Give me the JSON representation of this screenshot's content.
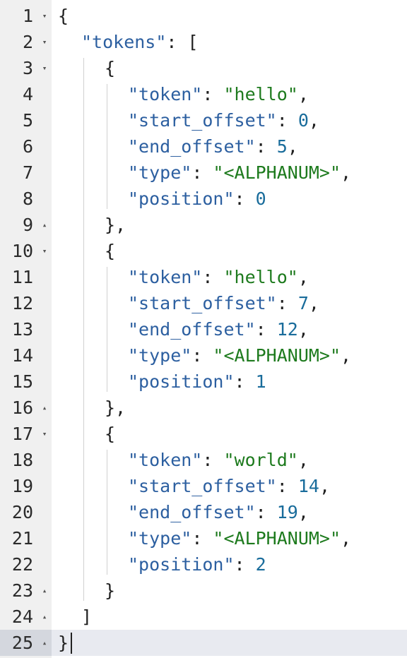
{
  "editor": {
    "lines": [
      {
        "n": "1",
        "fold": "▾",
        "indent": 0,
        "parts": [
          {
            "t": "{",
            "c": "p"
          }
        ]
      },
      {
        "n": "2",
        "fold": "▾",
        "indent": 1,
        "parts": [
          {
            "t": "\"tokens\"",
            "c": "k"
          },
          {
            "t": ": [",
            "c": "p"
          }
        ]
      },
      {
        "n": "3",
        "fold": "▾",
        "indent": 2,
        "parts": [
          {
            "t": "{",
            "c": "p"
          }
        ]
      },
      {
        "n": "4",
        "fold": "",
        "indent": 3,
        "parts": [
          {
            "t": "\"token\"",
            "c": "k"
          },
          {
            "t": ": ",
            "c": "p"
          },
          {
            "t": "\"hello\"",
            "c": "s"
          },
          {
            "t": ",",
            "c": "p"
          }
        ]
      },
      {
        "n": "5",
        "fold": "",
        "indent": 3,
        "parts": [
          {
            "t": "\"start_offset\"",
            "c": "k"
          },
          {
            "t": ": ",
            "c": "p"
          },
          {
            "t": "0",
            "c": "n"
          },
          {
            "t": ",",
            "c": "p"
          }
        ]
      },
      {
        "n": "6",
        "fold": "",
        "indent": 3,
        "parts": [
          {
            "t": "\"end_offset\"",
            "c": "k"
          },
          {
            "t": ": ",
            "c": "p"
          },
          {
            "t": "5",
            "c": "n"
          },
          {
            "t": ",",
            "c": "p"
          }
        ]
      },
      {
        "n": "7",
        "fold": "",
        "indent": 3,
        "parts": [
          {
            "t": "\"type\"",
            "c": "k"
          },
          {
            "t": ": ",
            "c": "p"
          },
          {
            "t": "\"<ALPHANUM>\"",
            "c": "s"
          },
          {
            "t": ",",
            "c": "p"
          }
        ]
      },
      {
        "n": "8",
        "fold": "",
        "indent": 3,
        "parts": [
          {
            "t": "\"position\"",
            "c": "k"
          },
          {
            "t": ": ",
            "c": "p"
          },
          {
            "t": "0",
            "c": "n"
          }
        ]
      },
      {
        "n": "9",
        "fold": "▴",
        "indent": 2,
        "parts": [
          {
            "t": "},",
            "c": "p"
          }
        ]
      },
      {
        "n": "10",
        "fold": "▾",
        "indent": 2,
        "parts": [
          {
            "t": "{",
            "c": "p"
          }
        ]
      },
      {
        "n": "11",
        "fold": "",
        "indent": 3,
        "parts": [
          {
            "t": "\"token\"",
            "c": "k"
          },
          {
            "t": ": ",
            "c": "p"
          },
          {
            "t": "\"hello\"",
            "c": "s"
          },
          {
            "t": ",",
            "c": "p"
          }
        ]
      },
      {
        "n": "12",
        "fold": "",
        "indent": 3,
        "parts": [
          {
            "t": "\"start_offset\"",
            "c": "k"
          },
          {
            "t": ": ",
            "c": "p"
          },
          {
            "t": "7",
            "c": "n"
          },
          {
            "t": ",",
            "c": "p"
          }
        ]
      },
      {
        "n": "13",
        "fold": "",
        "indent": 3,
        "parts": [
          {
            "t": "\"end_offset\"",
            "c": "k"
          },
          {
            "t": ": ",
            "c": "p"
          },
          {
            "t": "12",
            "c": "n"
          },
          {
            "t": ",",
            "c": "p"
          }
        ]
      },
      {
        "n": "14",
        "fold": "",
        "indent": 3,
        "parts": [
          {
            "t": "\"type\"",
            "c": "k"
          },
          {
            "t": ": ",
            "c": "p"
          },
          {
            "t": "\"<ALPHANUM>\"",
            "c": "s"
          },
          {
            "t": ",",
            "c": "p"
          }
        ]
      },
      {
        "n": "15",
        "fold": "",
        "indent": 3,
        "parts": [
          {
            "t": "\"position\"",
            "c": "k"
          },
          {
            "t": ": ",
            "c": "p"
          },
          {
            "t": "1",
            "c": "n"
          }
        ]
      },
      {
        "n": "16",
        "fold": "▴",
        "indent": 2,
        "parts": [
          {
            "t": "},",
            "c": "p"
          }
        ]
      },
      {
        "n": "17",
        "fold": "▾",
        "indent": 2,
        "parts": [
          {
            "t": "{",
            "c": "p"
          }
        ]
      },
      {
        "n": "18",
        "fold": "",
        "indent": 3,
        "parts": [
          {
            "t": "\"token\"",
            "c": "k"
          },
          {
            "t": ": ",
            "c": "p"
          },
          {
            "t": "\"world\"",
            "c": "s"
          },
          {
            "t": ",",
            "c": "p"
          }
        ]
      },
      {
        "n": "19",
        "fold": "",
        "indent": 3,
        "parts": [
          {
            "t": "\"start_offset\"",
            "c": "k"
          },
          {
            "t": ": ",
            "c": "p"
          },
          {
            "t": "14",
            "c": "n"
          },
          {
            "t": ",",
            "c": "p"
          }
        ]
      },
      {
        "n": "20",
        "fold": "",
        "indent": 3,
        "parts": [
          {
            "t": "\"end_offset\"",
            "c": "k"
          },
          {
            "t": ": ",
            "c": "p"
          },
          {
            "t": "19",
            "c": "n"
          },
          {
            "t": ",",
            "c": "p"
          }
        ]
      },
      {
        "n": "21",
        "fold": "",
        "indent": 3,
        "parts": [
          {
            "t": "\"type\"",
            "c": "k"
          },
          {
            "t": ": ",
            "c": "p"
          },
          {
            "t": "\"<ALPHANUM>\"",
            "c": "s"
          },
          {
            "t": ",",
            "c": "p"
          }
        ]
      },
      {
        "n": "22",
        "fold": "",
        "indent": 3,
        "parts": [
          {
            "t": "\"position\"",
            "c": "k"
          },
          {
            "t": ": ",
            "c": "p"
          },
          {
            "t": "2",
            "c": "n"
          }
        ]
      },
      {
        "n": "23",
        "fold": "▴",
        "indent": 2,
        "parts": [
          {
            "t": "}",
            "c": "p"
          }
        ]
      },
      {
        "n": "24",
        "fold": "▴",
        "indent": 1,
        "parts": [
          {
            "t": "]",
            "c": "p"
          }
        ]
      },
      {
        "n": "25",
        "fold": "▴",
        "indent": 0,
        "parts": [
          {
            "t": "}",
            "c": "p"
          }
        ],
        "active": true
      }
    ],
    "colors": {
      "key": "#2c5fa0",
      "string": "#1d7a1d",
      "number": "#196c9b",
      "gutter": "#f0f0f0",
      "active_line": "#e8eaf0"
    }
  }
}
